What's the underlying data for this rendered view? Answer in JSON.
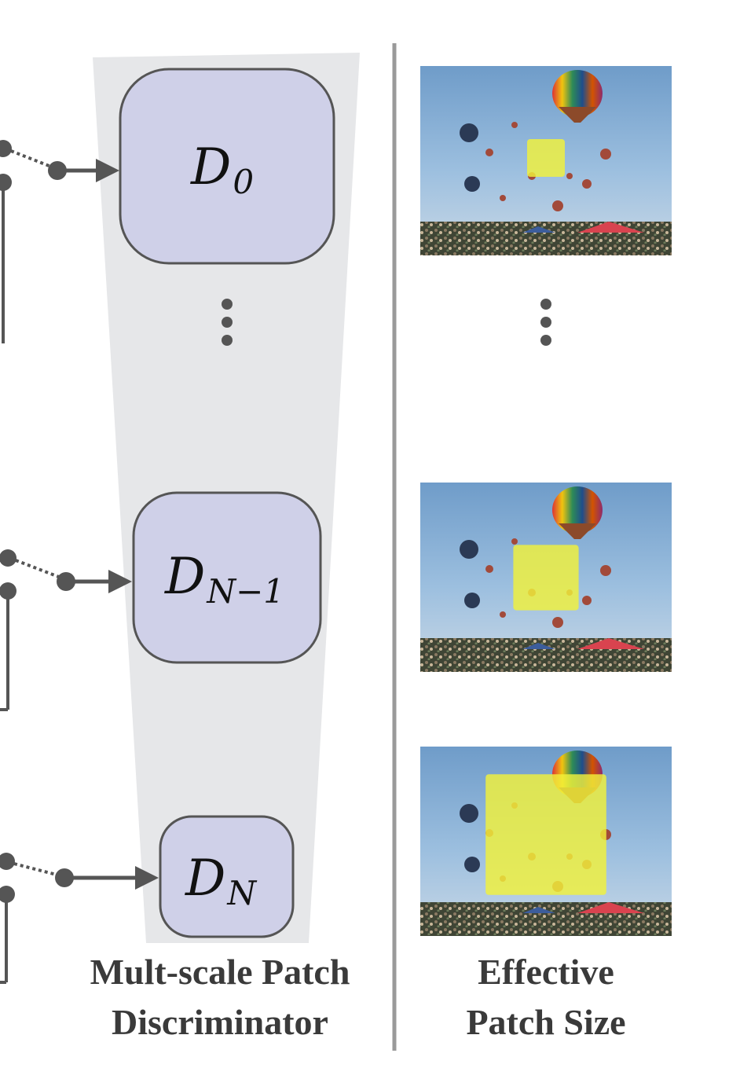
{
  "discriminators": [
    {
      "id": "d0",
      "label": "D",
      "subscript": "0"
    },
    {
      "id": "dn1",
      "label": "D",
      "subscript": "N−1"
    },
    {
      "id": "dn",
      "label": "D",
      "subscript": "N"
    }
  ],
  "captions": {
    "left_line1": "Mult-scale Patch",
    "left_line2": "Discriminator",
    "right_line1": "Effective",
    "right_line2": "Patch Size"
  },
  "patch_coverage": [
    0.15,
    0.26,
    0.48
  ],
  "colors": {
    "trapezoid": "#e6e7e9",
    "box_fill": "#cfd0e8",
    "box_stroke": "#555555",
    "arrow": "#555555",
    "divider": "#9a9a9a",
    "patch_highlight": "#f2f23a",
    "sky": "#7fa7cf",
    "crowd": "#4a4f3c"
  }
}
